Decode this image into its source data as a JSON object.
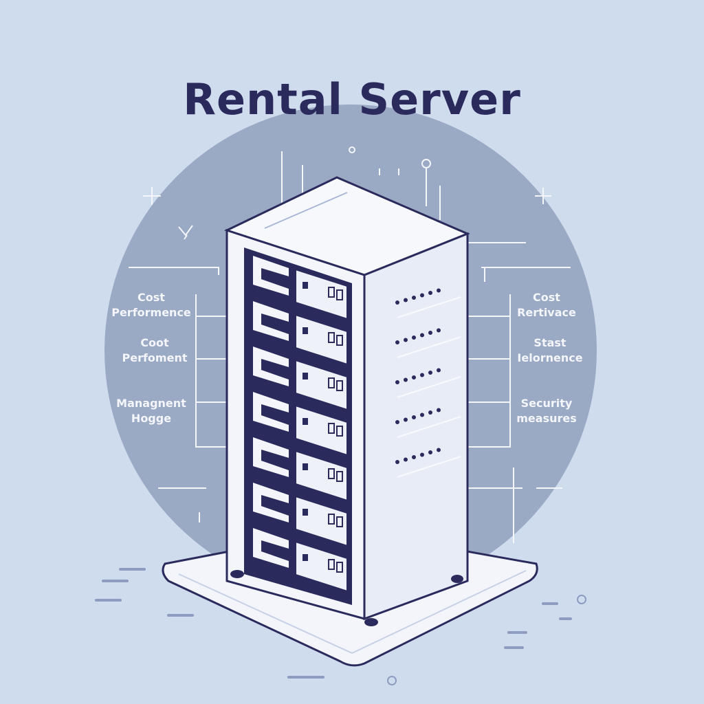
{
  "title": "Rental Server",
  "left_labels": [
    {
      "line1": "Cost",
      "line2": "Performence"
    },
    {
      "line1": "Coot",
      "line2": "Perfoment"
    },
    {
      "line1": "Managnent",
      "line2": "Hogge"
    }
  ],
  "right_labels": [
    {
      "line1": "Cost",
      "line2": "Rertivace"
    },
    {
      "line1": "Stast",
      "line2": "Ielornence"
    },
    {
      "line1": "Security",
      "line2": "measures"
    }
  ],
  "colors": {
    "background": "#cfdcee",
    "circle": "#9aa9c4",
    "ink": "#2b2a5c",
    "server": "#f3f5fb"
  }
}
